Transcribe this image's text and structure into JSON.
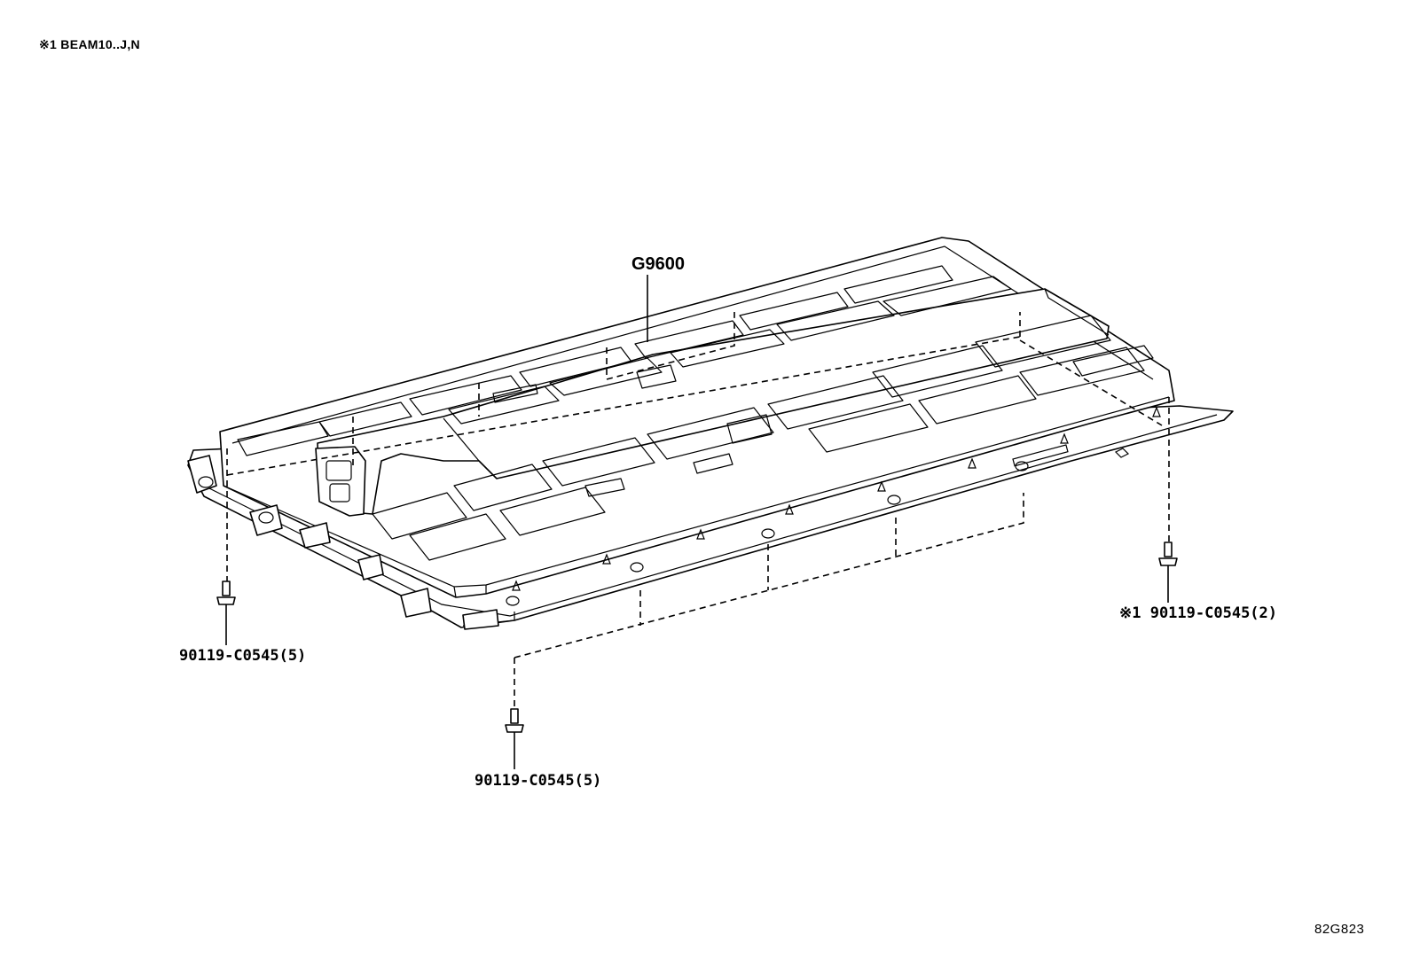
{
  "note": "※1 BEAM10..J,N",
  "figure_number": "82G823",
  "callouts": {
    "main_part": "G9600",
    "bolt_left": "90119-C0545(5)",
    "bolt_bottom": "90119-C0545(5)",
    "bolt_right": "※1 90119-C0545(2)"
  }
}
